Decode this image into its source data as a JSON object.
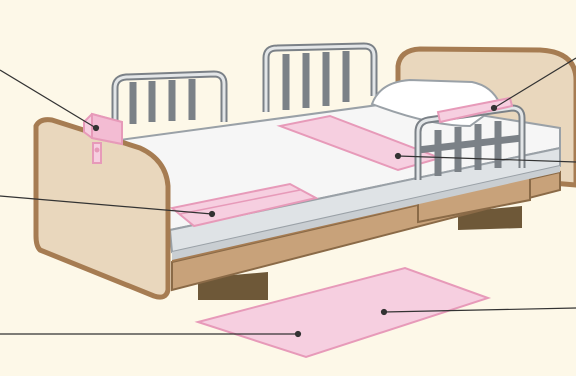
{
  "diagram": {
    "subject": "care-bed-with-sensor-mats",
    "colors": {
      "background": "#fdf8e8",
      "frame_wood": "#e9d7bd",
      "frame_edge": "#a67c52",
      "base_wood": "#c8a27a",
      "base_dark": "#8a6a47",
      "foot_block": "#6e5838",
      "mattress_top": "#f6f6f6",
      "mattress_side": "#dfe3e6",
      "rail_fill": "#e3e6e8",
      "rail_stroke": "#7b8187",
      "sensor_pink": "#f6cfe0",
      "sensor_stroke": "#e79ab9",
      "leader_line": "#333333"
    },
    "sensors": [
      {
        "kind": "clip-sensor",
        "icon": "clip-sensor-icon"
      },
      {
        "kind": "bed-mat-sensor-center"
      },
      {
        "kind": "bed-mat-sensor-foot"
      },
      {
        "kind": "pillow-sensor"
      },
      {
        "kind": "floor-mat-sensor"
      }
    ]
  }
}
